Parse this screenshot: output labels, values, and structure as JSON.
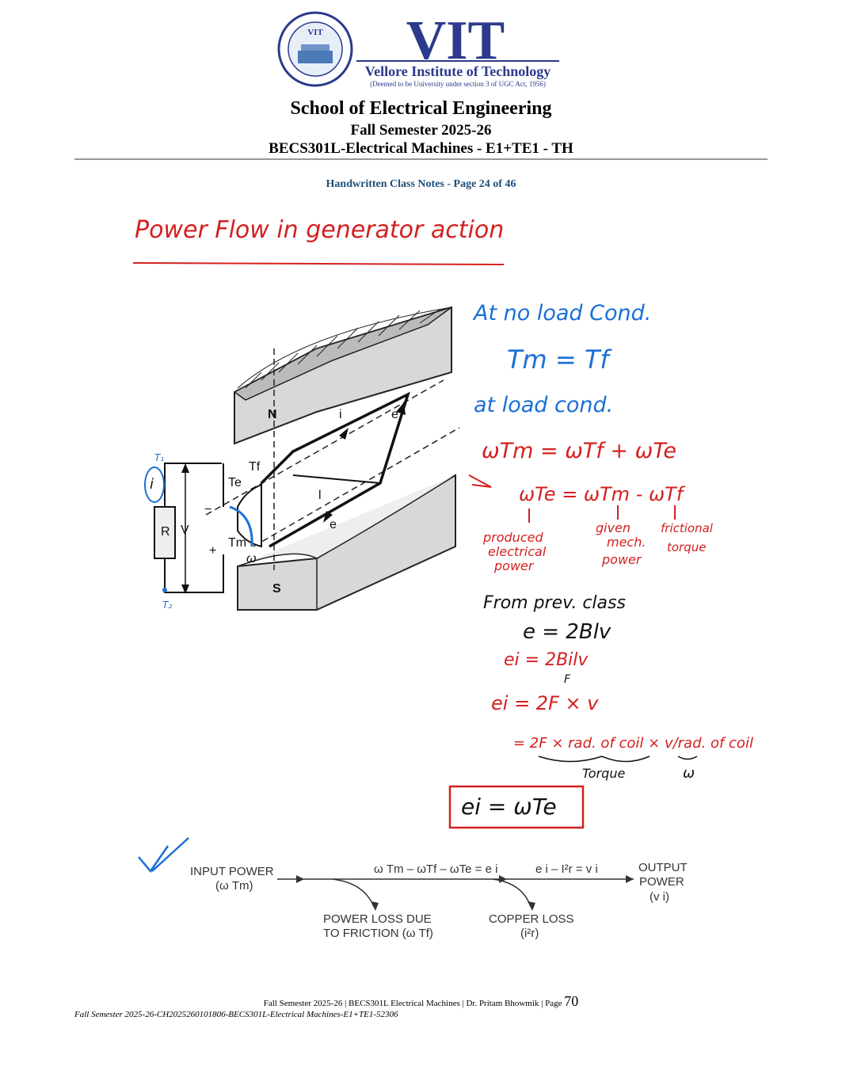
{
  "header": {
    "logo_text": "VIT",
    "logo_seal_text": "VIT",
    "logo_name": "Vellore Institute of Technology",
    "logo_tagline": "(Deemed to be University under section 3 of UGC Act, 1956)",
    "school": "School of Electrical Engineering",
    "semester": "Fall Semester 2025-26",
    "course": "BECS301L-Electrical Machines - E1+TE1 - TH"
  },
  "subtitle": "Handwritten Class Notes - Page 24 of 46",
  "notes": {
    "title": "Power Flow in generator action",
    "right": {
      "no_load": "At no load Cond.",
      "eq1": "Tm = Tf",
      "load": "at load cond.",
      "eq2": "ωTm = ωTf + ωTe",
      "eq3": "ωTe = ωTm - ωTf",
      "lbl_produced": [
        "produced",
        "electrical",
        "power"
      ],
      "lbl_given": [
        "given",
        "mech.",
        "power"
      ],
      "lbl_friction": [
        "frictional",
        "torque"
      ],
      "from_prev": "From prev. class",
      "eq4": "e = 2Blv",
      "eq5": "ei = 2Bilv",
      "eq5_under": "F",
      "eq6": "ei = 2F × v",
      "eq7": "= 2F × rad. of coil × v/rad. of coil",
      "under_torque": "Torque",
      "under_omega": "ω",
      "boxed": "ei = ωTe"
    },
    "figure": {
      "N": "N",
      "S": "S",
      "i": "i",
      "e_top": "e",
      "e_bottom": "e",
      "l": "l",
      "Tf": "Tf",
      "Te": "Te",
      "Tm": "Tm",
      "omega": "ω",
      "R": "R",
      "V": "V",
      "minus": "−",
      "plus": "+",
      "hw_i": "i",
      "hw_t1": "T₁",
      "hw_t2": "T₂"
    },
    "flow": {
      "input": [
        "INPUT POWER",
        "(ω Tm)"
      ],
      "mid": "ω Tm – ωTf – ωTe = e i",
      "right": "e i – I²r = v i",
      "output": [
        "OUTPUT",
        "POWER",
        "(v  i)"
      ],
      "loss1": [
        "POWER LOSS DUE",
        "TO FRICTION (ω Tf)"
      ],
      "loss2": [
        "COPPER LOSS",
        "(i²r)"
      ]
    }
  },
  "footer": {
    "line1": "Fall Semester 2025-26 | BECS301L Electrical Machines | Dr. Pritam Bhowmik | Page",
    "page": "70",
    "line2": "Fall Semester 2025-26-CH2025260101806-BECS301L-Electrical Machines-E1+TE1-52306"
  },
  "colors": {
    "red_ink": "#d42020",
    "blue_ink": "#1a6fd6",
    "heading_blue": "#1f4e79",
    "vit_blue": "#2b3a8c"
  }
}
